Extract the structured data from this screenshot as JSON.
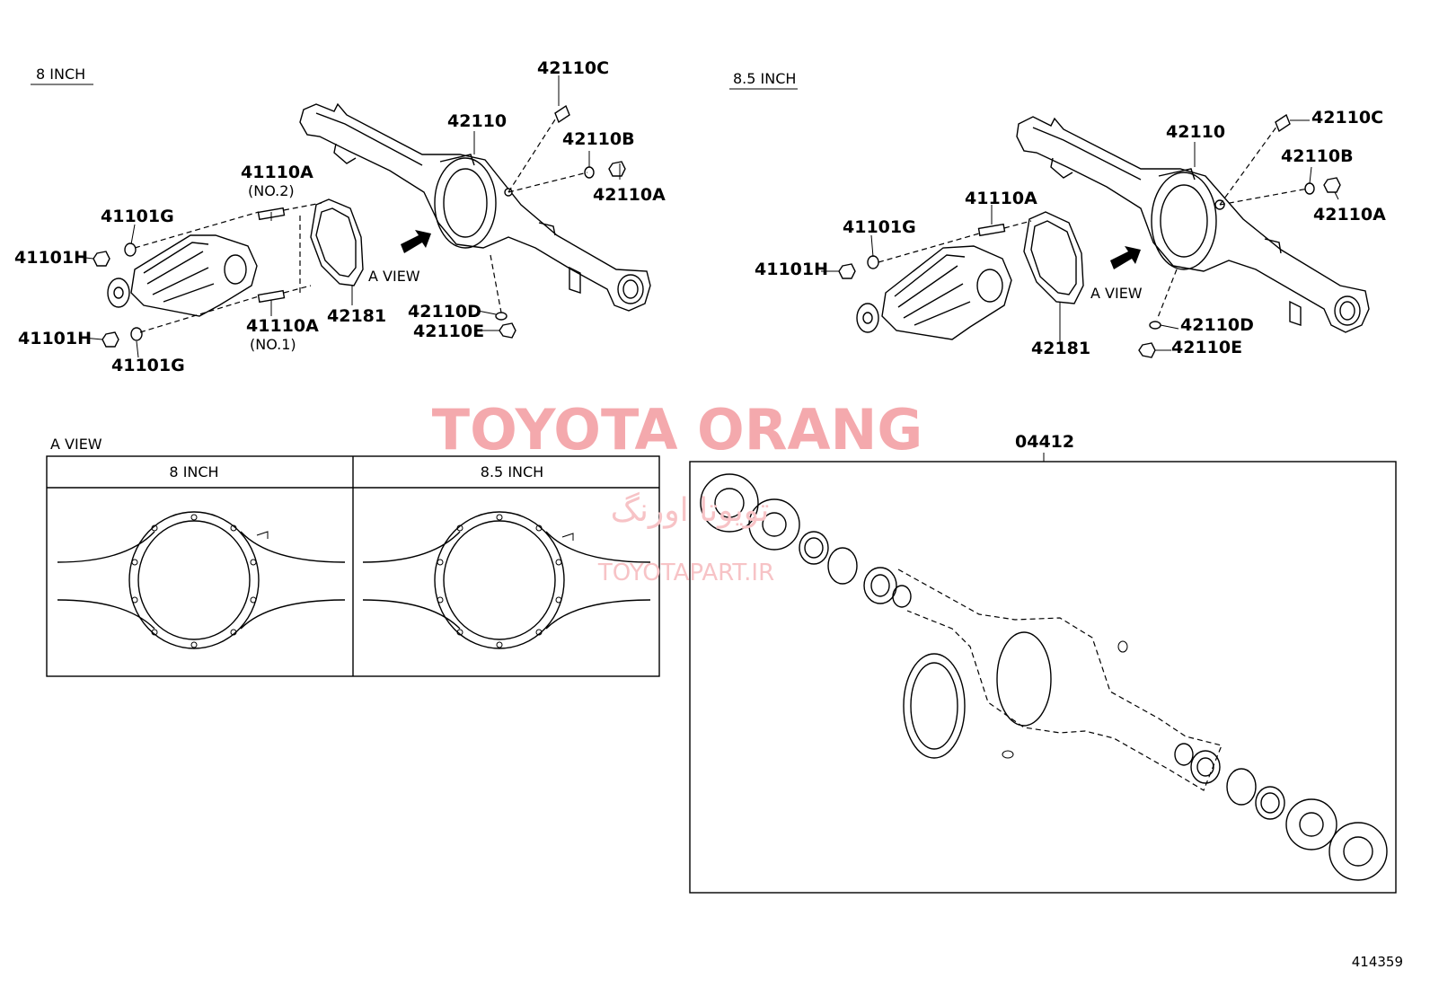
{
  "sections": {
    "left_title": "8 INCH",
    "right_title": "8.5 INCH",
    "a_view_title": "A VIEW"
  },
  "left_diagram": {
    "labels": {
      "p42110C": "42110C",
      "p42110": "42110",
      "p42110B": "42110B",
      "p42110A": "42110A",
      "p41110A_top": "41110A",
      "no2": "(NO.2)",
      "p41101G_top": "41101G",
      "p41101H_top": "41101H",
      "a_view": "A VIEW",
      "p42181": "42181",
      "p42110D": "42110D",
      "p42110E": "42110E",
      "p41110A_bot": "41110A",
      "no1": "(NO.1)",
      "p41101H_bot": "41101H",
      "p41101G_bot": "41101G"
    }
  },
  "right_diagram": {
    "labels": {
      "p42110C": "42110C",
      "p42110": "42110",
      "p42110B": "42110B",
      "p42110A": "42110A",
      "p41110A": "41110A",
      "p41101G": "41101G",
      "p41101H": "41101H",
      "a_view": "A VIEW",
      "p42181": "42181",
      "p42110D": "42110D",
      "p42110E": "42110E"
    }
  },
  "a_view_table": {
    "col1": "8 INCH",
    "col2": "8.5 INCH"
  },
  "kit": {
    "label": "04412"
  },
  "watermark": {
    "main": "TOYOTA ORANG",
    "persian": "تویوتا اورنگ",
    "url": "TOYOTAPART.IR",
    "color": "#f4a9ad"
  },
  "figure_number": "414359"
}
